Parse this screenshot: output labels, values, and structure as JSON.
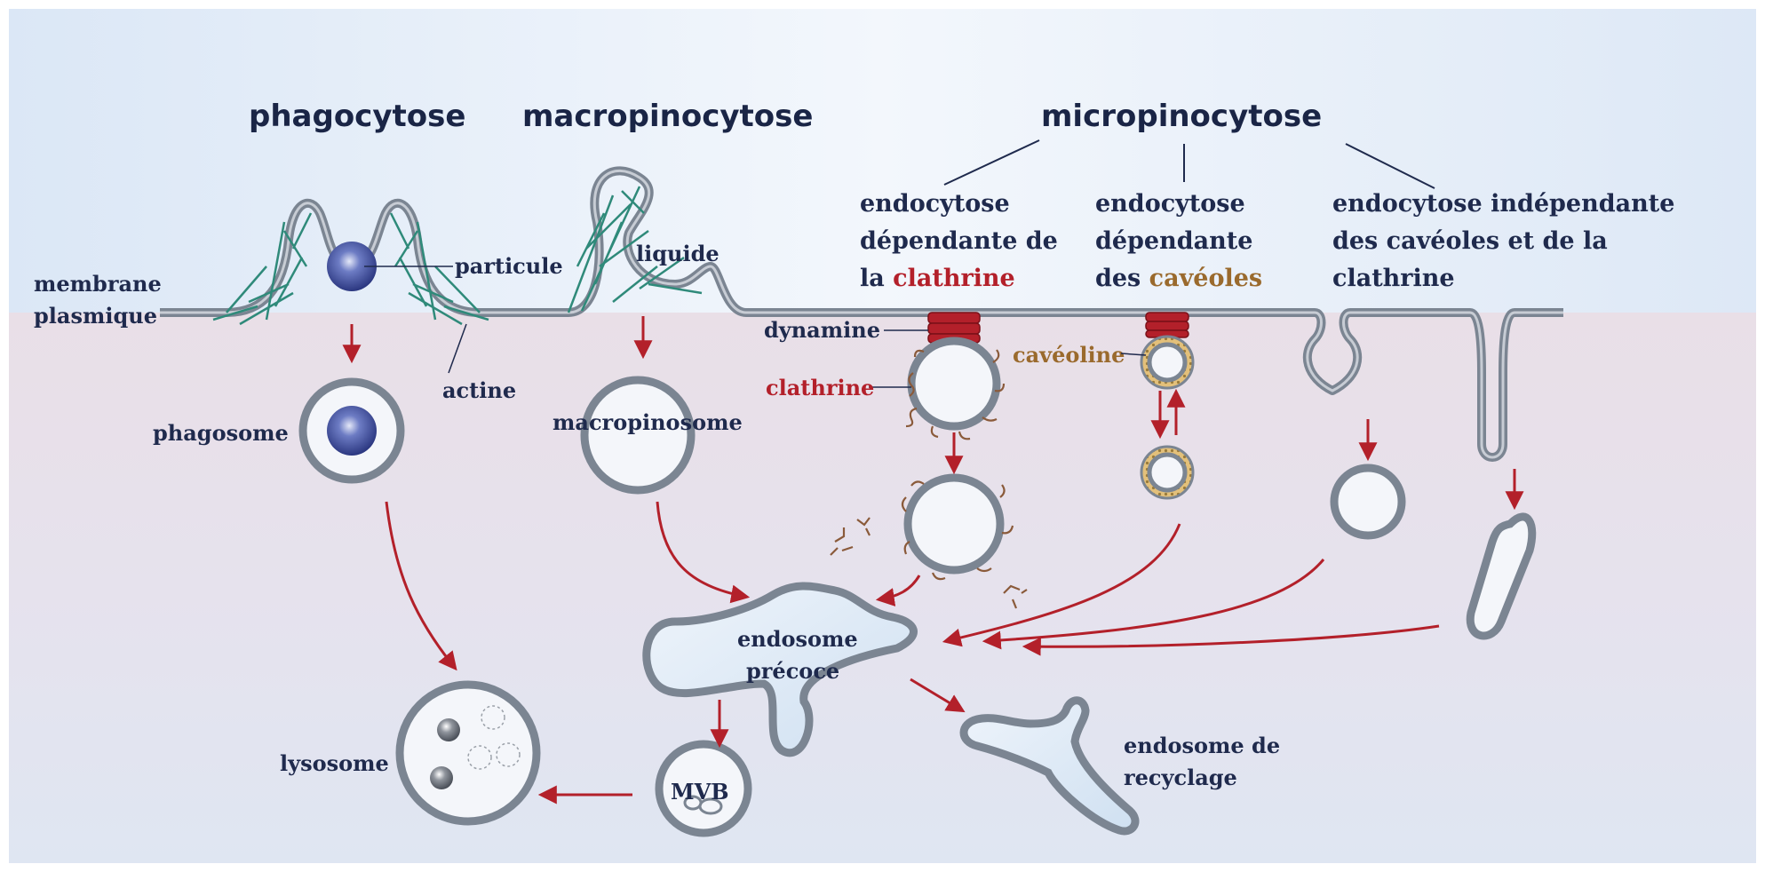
{
  "headings": {
    "phagocytose": "phagocytose",
    "macropinocytose": "macropinocytose",
    "micropinocytose": "micropinocytose"
  },
  "categories": {
    "clathrin": {
      "line1": "endocytose",
      "line2": "dépendante de",
      "line3_prefix": "la ",
      "line3_highlight": "clathrine"
    },
    "caveolae": {
      "line1": "endocytose",
      "line2": "dépendante",
      "line3_prefix": "des ",
      "line3_highlight": "cavéoles"
    },
    "independent": {
      "line1": "endocytose indépendante",
      "line2": "des cavéoles et de la",
      "line3": "clathrine"
    }
  },
  "labels": {
    "membrane_line1": "membrane",
    "membrane_line2": "plasmique",
    "particule": "particule",
    "actine": "actine",
    "liquide": "liquide",
    "phagosome": "phagosome",
    "macropinosome": "macropinosome",
    "dynamine": "dynamine",
    "clathrine": "clathrine",
    "caveoline": "cavéoline",
    "endosome_precoce_line1": "endosome",
    "endosome_precoce_line2": "précoce",
    "endosome_recyclage_line1": "endosome de",
    "endosome_recyclage_line2": "recyclage",
    "lysosome": "lysosome",
    "mvb": "MVB"
  },
  "colors": {
    "membrane": "#7b8592",
    "actin": "#2f8a7a",
    "arrow": "#b3202a",
    "clathrin_text": "#b3202a",
    "caveolin_text": "#9a6a2d",
    "text": "#1f2a4d",
    "particle": "#3a4a9a"
  }
}
